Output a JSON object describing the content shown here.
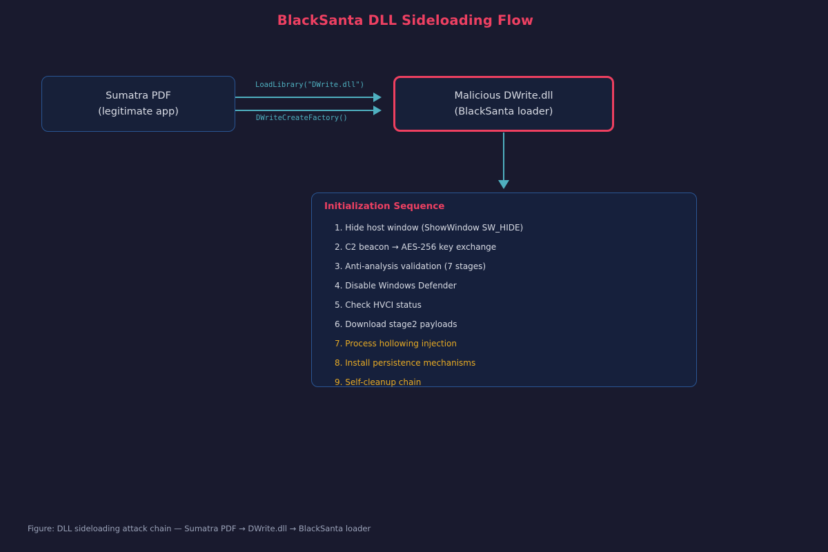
{
  "figure": {
    "title": "BlackSanta DLL Sideloading Flow",
    "caption": "Figure: DLL sideloading attack chain — Sumatra PDF → DWrite.dll → BlackSanta loader",
    "colors": {
      "background": "#191a2e",
      "accent_red": "#ee4062",
      "accent_teal": "#4fb0c0",
      "accent_blue": "#2a5694",
      "highlight_yellow": "#e8ab24",
      "node_fill": "#172039",
      "panel_fill": "#16203c",
      "body_text": "#d8dbe4",
      "caption_text": "#9aa2b8"
    }
  },
  "nodes": {
    "legit_app": {
      "line1": "Sumatra PDF",
      "line2": "(legitimate app)"
    },
    "malicious_dll": {
      "line1": "Malicious DWrite.dll",
      "line2": "(BlackSanta loader)"
    }
  },
  "edges": {
    "load_library": "LoadLibrary(\"DWrite.dll\")",
    "create_factory": "DWriteCreateFactory()"
  },
  "panel": {
    "heading": "Initialization Sequence",
    "steps": [
      {
        "text": "1. Hide host window (ShowWindow SW_HIDE)",
        "highlight": false
      },
      {
        "text": "2. C2 beacon → AES-256 key exchange",
        "highlight": false
      },
      {
        "text": "3. Anti-analysis validation (7 stages)",
        "highlight": false
      },
      {
        "text": "4. Disable Windows Defender",
        "highlight": false
      },
      {
        "text": "5. Check HVCI status",
        "highlight": false
      },
      {
        "text": "6. Download stage2 payloads",
        "highlight": false
      },
      {
        "text": "7. Process hollowing injection",
        "highlight": true
      },
      {
        "text": "8. Install persistence mechanisms",
        "highlight": true
      },
      {
        "text": "9. Self-cleanup chain",
        "highlight": true
      }
    ]
  }
}
